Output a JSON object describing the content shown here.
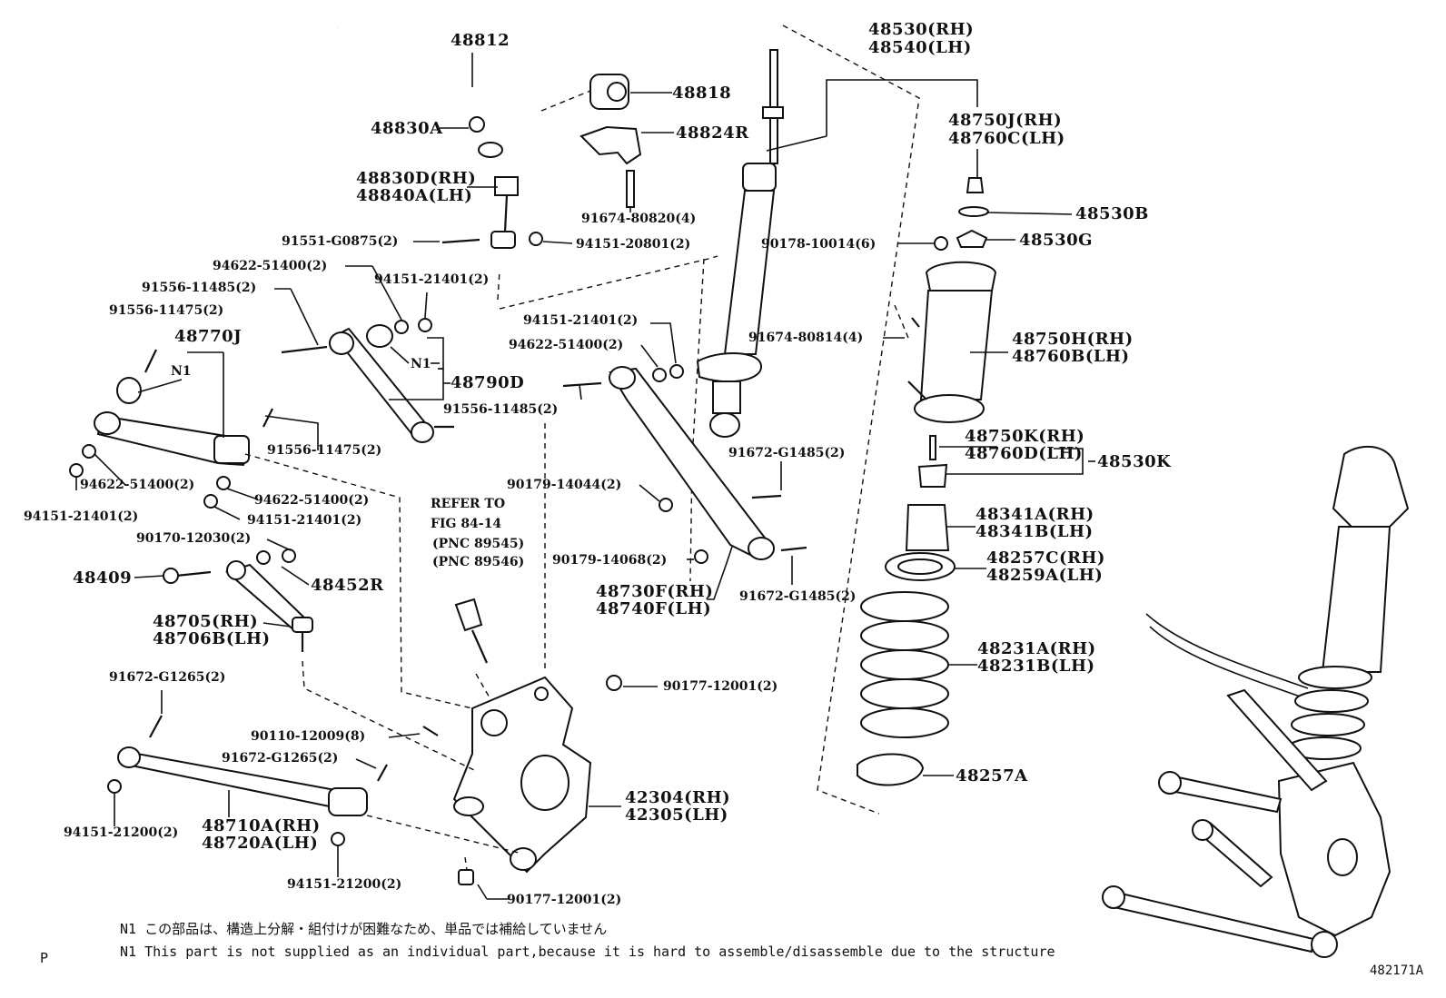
{
  "parts": {
    "p48812": "48812",
    "p48818": "48818",
    "p48830A": "48830A",
    "p48824R": "48824R",
    "p48830D": "48830D(RH)",
    "p48840A": "48840A(LH)",
    "p91674_80820": "91674-80820(4)",
    "p91551": "91551-G0875(2)",
    "p94151_20801": "94151-20801(2)",
    "p94622_top": "94622-51400(2)",
    "p94151_21401_top": "94151-21401(2)",
    "p91556_11485_top": "91556-11485(2)",
    "p91556_11475_top": "91556-11475(2)",
    "p48770J": "48770J",
    "pN1": "N1",
    "p48790D": "48790D",
    "p91556_11475_mid": "91556-11475(2)",
    "p94622_left": "94622-51400(2)",
    "p94151_left": "94151-21401(2)",
    "p94622_mid": "94622-51400(2)",
    "p94151_mid": "94151-21401(2)",
    "p90170": "90170-12030(2)",
    "p48409": "48409",
    "p48452R": "48452R",
    "p48705": "48705(RH)",
    "p48706B": "48706B(LH)",
    "p91672_G1265_a": "91672-G1265(2)",
    "p90110": "90110-12009(8)",
    "p91672_G1265_b": "91672-G1265(2)",
    "p48710A": "48710A(RH)",
    "p48720A": "48720A(LH)",
    "p94151_21200_a": "94151-21200(2)",
    "p94151_21200_b": "94151-21200(2)",
    "p90177_a": "90177-12001(2)",
    "p90177_b": "90177-12001(2)",
    "p42304": "42304(RH)",
    "p42305": "42305(LH)",
    "p94151_21401_c": "94151-21401(2)",
    "p94622_c": "94622-51400(2)",
    "p91556_11485_c": "91556-11485(2)",
    "p90179_14044": "90179-14044(2)",
    "p90179_14068": "90179-14068(2)",
    "p48730F": "48730F(RH)",
    "p48740F": "48740F(LH)",
    "p91672_G1485_a": "91672-G1485(2)",
    "p91672_G1485_b": "91672-G1485(2)",
    "p48530": "48530(RH)",
    "p48540": "48540(LH)",
    "p48750J": "48750J(RH)",
    "p48760C": "48760C(LH)",
    "p48530B": "48530B",
    "p90178": "90178-10014(6)",
    "p48530G": "48530G",
    "p91674_80814": "91674-80814(4)",
    "p48750H": "48750H(RH)",
    "p48760B": "48760B(LH)",
    "p48750K": "48750K(RH)",
    "p48760D": "48760D(LH)",
    "p48530K": "48530K",
    "p48341A": "48341A(RH)",
    "p48341B": "48341B(LH)",
    "p48257C": "48257C(RH)",
    "p48259A": "48259A(LH)",
    "p48231A": "48231A(RH)",
    "p48231B": "48231B(LH)",
    "p48257A": "48257A"
  },
  "refer": {
    "line1": "REFER TO",
    "line2": "FIG 84-14",
    "line3": "(PNC 89545)",
    "line4": "(PNC 89546)"
  },
  "notes": {
    "jp": "N1 この部品は、構造上分解・組付けが困難なため、単品では補給していません",
    "en": "N1 This part is not supplied as an individual part,because it is hard to assemble/disassemble due to the structure"
  },
  "corner": {
    "p": "P",
    "code": "482171A"
  }
}
